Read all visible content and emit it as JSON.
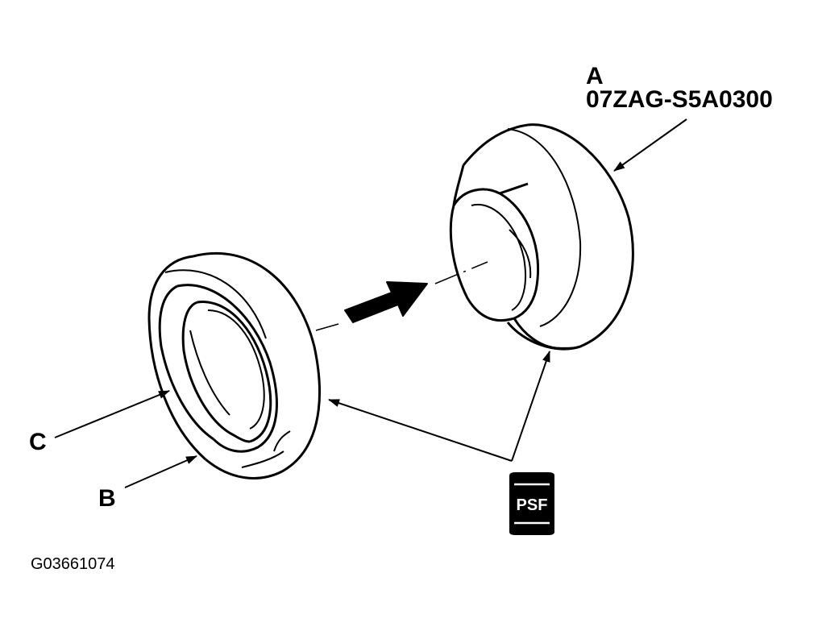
{
  "labels": {
    "a": "A",
    "a_part_number": "07ZAG-S5A0300",
    "b": "B",
    "c": "C"
  },
  "badge": {
    "text": "PSF",
    "color": "#000000",
    "text_color": "#ffffff"
  },
  "reference_code": "G03661074",
  "colors": {
    "line": "#000000",
    "background": "#ffffff"
  }
}
